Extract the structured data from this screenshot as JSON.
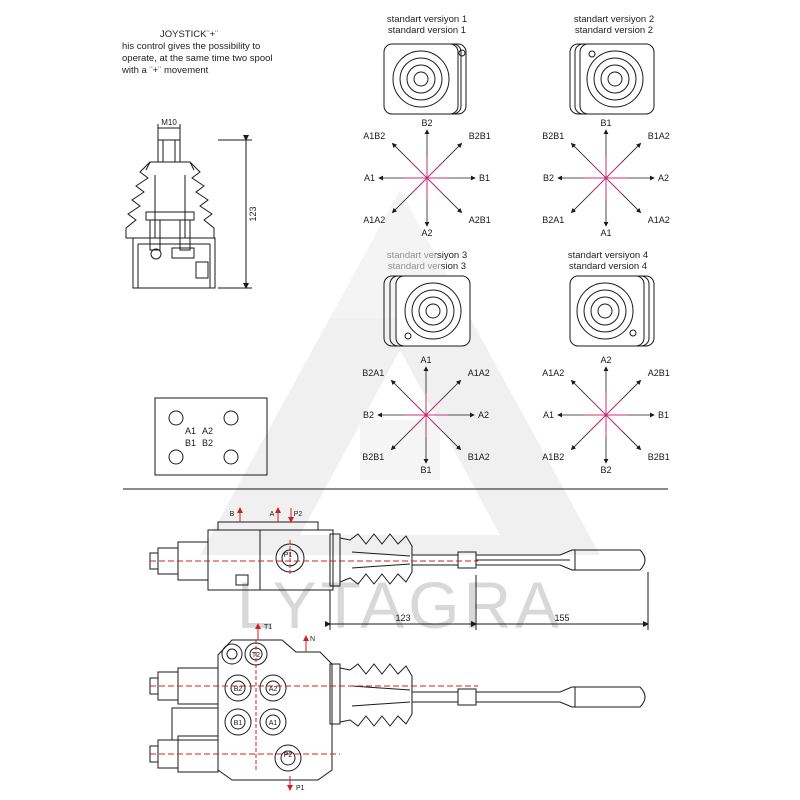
{
  "intro": {
    "title": "JOYSTICK¨+¨",
    "line1": "his control gives the possibility to",
    "line2": "operate, at the same time two spool",
    "line3": "with a ¨+¨ movement"
  },
  "side_view": {
    "thread_label": "M10",
    "height_label": "123"
  },
  "base_plate": {
    "labels": [
      "A1",
      "A2",
      "B1",
      "B2"
    ]
  },
  "versions": [
    {
      "line1": "standart versiyon 1",
      "line2": "standard version 1",
      "dirs": {
        "n": "B2",
        "ne": "B2B1",
        "e": "B1",
        "se": "A2B1",
        "s": "A2",
        "sw": "A1A2",
        "w": "A1",
        "nw": "A1B2"
      }
    },
    {
      "line1": "standart versiyon 2",
      "line2": "standard version 2",
      "dirs": {
        "n": "B1",
        "ne": "B1A2",
        "e": "A2",
        "se": "A1A2",
        "s": "A1",
        "sw": "B2A1",
        "w": "B2",
        "nw": "B2B1"
      }
    },
    {
      "line1": "standart versiyon 3",
      "line2": "standard version 3",
      "dirs": {
        "n": "A1",
        "ne": "A1A2",
        "e": "A2",
        "se": "B1A2",
        "s": "B1",
        "sw": "B2B1",
        "w": "B2",
        "nw": "B2A1"
      }
    },
    {
      "line1": "standart versiyon 4",
      "line2": "standard version 4",
      "dirs": {
        "n": "A2",
        "ne": "A2B1",
        "e": "B1",
        "se": "B2B1",
        "s": "B2",
        "sw": "A1B2",
        "w": "A1",
        "nw": "A1A2"
      }
    }
  ],
  "valve_side": {
    "ports": {
      "b": "B",
      "a": "A",
      "p2": "P2",
      "p1": "P1"
    },
    "dim_joystick": "123",
    "dim_handle": "155"
  },
  "valve_top": {
    "ports": {
      "t1": "T1",
      "n": "N",
      "t2": "T2",
      "b2": "B2",
      "a2": "A2",
      "b1": "B1",
      "a1": "A1",
      "p2": "P2",
      "p1": "P1"
    }
  },
  "watermark": "LYTAGRA",
  "colors": {
    "line": "#1a1a1a",
    "axis": "#c8327a",
    "dim_red": "#d22020",
    "watermark": "#d8d8d8"
  }
}
